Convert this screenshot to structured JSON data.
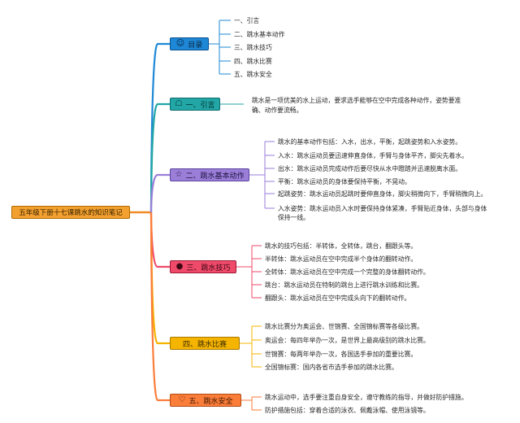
{
  "root": {
    "label": "五年级下册十七课跳水的知识笔记"
  },
  "branches": [
    {
      "key": "toc",
      "icon": "☺",
      "icon_name": "smile-face-icon",
      "label": "目录",
      "bg": "#1e88d6",
      "border": "#0b4f8c",
      "text_color": "#08223f",
      "line": "#1e88d6",
      "items": [
        "一、引言",
        "二、跳水基本动作",
        "三、跳水技巧",
        "四、跳水比赛",
        "五、跳水安全"
      ]
    },
    {
      "key": "intro",
      "icon": "☖",
      "icon_name": "house-icon",
      "label": "一、引言",
      "bg": "#22a6a6",
      "border": "#0f6a6a",
      "text_color": "#04302f",
      "line": "#22a6a6",
      "items": [
        "跳水是一项优美的水上运动，要求选手能够在空中完成各种动作，姿势要准确、动作要流畅。"
      ]
    },
    {
      "key": "basic",
      "icon": "☆",
      "icon_name": "star-icon",
      "label": "二、跳水基本动作",
      "bg": "#9a7ed8",
      "border": "#5c45a0",
      "text_color": "#1f1340",
      "line": "#9a7ed8",
      "items": [
        "跳水的基本动作包括：入水，出水，平衡，起跳姿势和入水姿势。",
        "入水：跳水运动员要迅速伸直身体，手臂与身体平齐，脚尖先着水。",
        "出水：跳水运动员完成动作后要尽快从水中蹬踏并迅速脱离水面。",
        "平衡：跳水运动员的身体要保持平衡，不晃动。",
        "起跳姿势：跳水运动员起跳时要伸直身体，脚尖稍微向下，手臂稍微向上。",
        "入水姿势：跳水运动员入水时要保持身体紧凑，手臂贴近身体，头部与身体保持一线。"
      ]
    },
    {
      "key": "skills",
      "icon": "●",
      "icon_name": "circle-icon",
      "label": "三、跳水技巧",
      "bg": "#ef4a6a",
      "border": "#9c1a36",
      "text_color": "#3d0612",
      "line": "#ef4a6a",
      "items": [
        "跳水的技巧包括：半转体，全转体，跳台，翻跟头等。",
        "半转体：跳水运动员在空中完成半个身体的翻转动作。",
        "全转体：跳水运动员在空中完成一个完整的身体翻转动作。",
        "跳台：跳水运动员在特制的跳台上进行跳水训练和比赛。",
        "翻跟头：跳水运动员在空中完成头向下的翻转动作。"
      ]
    },
    {
      "key": "competition",
      "icon": "",
      "icon_name": "",
      "label": "四、跳水比赛",
      "bg": "#f5b400",
      "border": "#a77800",
      "text_color": "#3a2a00",
      "line": "#f5b400",
      "items": [
        "跳水比赛分为奥运会、世锦赛、全国锦标赛等各级比赛。",
        "奥运会：每四年举办一次，是世界上最高级别的跳水比赛。",
        "世锦赛：每两年举办一次，各国选手参加的重要比赛。",
        "全国锦标赛：国内各省市选手参加的跳水比赛。"
      ]
    },
    {
      "key": "safety",
      "icon": "♡",
      "icon_name": "heart-icon",
      "label": "五、跳水安全",
      "bg": "#fb7d3a",
      "border": "#b24a12",
      "text_color": "#3d1600",
      "line": "#fb7d3a",
      "items": [
        "跳水运动中，选手要注重自身安全，遵守教练的指导，并做好防护措施。",
        "防护措施包括：穿着合适的泳衣、佩戴泳帽、使用泳镜等。"
      ]
    }
  ],
  "colors": {
    "root_line": "#f08a24"
  }
}
